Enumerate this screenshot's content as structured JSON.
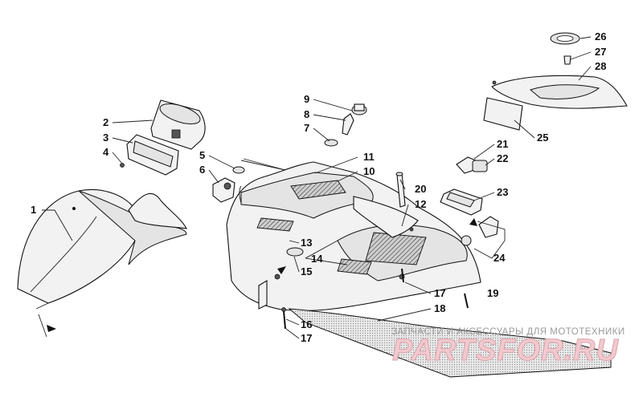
{
  "callouts": [
    "1",
    "2",
    "3",
    "4",
    "5",
    "6",
    "7",
    "8",
    "9",
    "10",
    "11",
    "12",
    "13",
    "14",
    "15",
    "16",
    "17",
    "18",
    "19",
    "20",
    "21",
    "22",
    "23",
    "24",
    "25",
    "26",
    "27",
    "28"
  ],
  "watermark": {
    "caption": "ЗАПЧАСТИ И АКСЕССУАРЫ ДЛЯ МОТОТЕХНИКИ",
    "brand": "PARTSFOR.RU"
  }
}
